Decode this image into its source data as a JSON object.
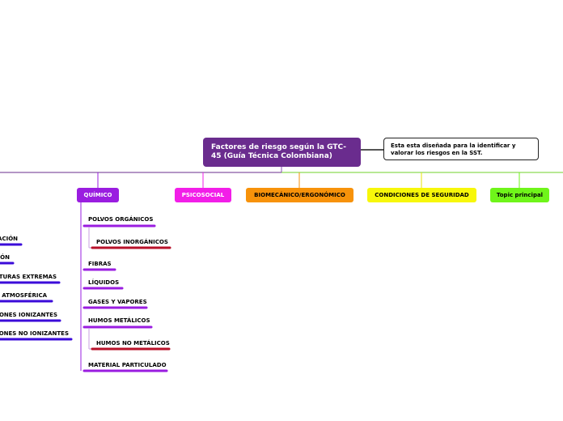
{
  "root": {
    "title": "Factores de riesgo según la GTC-45 (Guía Técnica Colombiana)"
  },
  "note": {
    "text": "Esta esta diseñada para la identificar y valorar los riesgos en la SST."
  },
  "branches": {
    "quimico": "QUÍMICO",
    "psicosocial": "PSICOSOCIAL",
    "biomecanico": "BIOMECÁNICO/ERGONÓMICO",
    "condiciones": "CONDICIONES DE SEGURIDAD",
    "topic": "Topic principal"
  },
  "quimico_items": {
    "polvos_organicos": "POLVOS ORGÁNICOS",
    "polvos_inorganicos": "POLVOS INORGÁNICOS",
    "fibras": "FIBRAS",
    "liquidos": "LÍQUIDOS",
    "gases": "GASES Y VAPORES",
    "humos_metalicos": "HUMOS METÁLICOS",
    "humos_no_metalicos": "HUMOS NO METÁLICOS",
    "material_particulado": "MATERIAL PARTICULADO"
  },
  "fisico_items": {
    "item1": "ACIÓN",
    "item2": "IÓN",
    "item3": "ATURAS EXTREMAS",
    "item4": "N ATMOSFÉRICA",
    "item5": "IONES IONIZANTES",
    "item6": "IONES NO IONIZANTES"
  },
  "colors": {
    "root": "#6a2c8e",
    "quimico": "#9a1de0",
    "psicosocial": "#f21ee8",
    "biomecanico": "#f7920a",
    "condiciones": "#f7f70a",
    "topic": "#6ff51a",
    "fisico": "#3b0ad9",
    "subitem": "#b8122a"
  }
}
